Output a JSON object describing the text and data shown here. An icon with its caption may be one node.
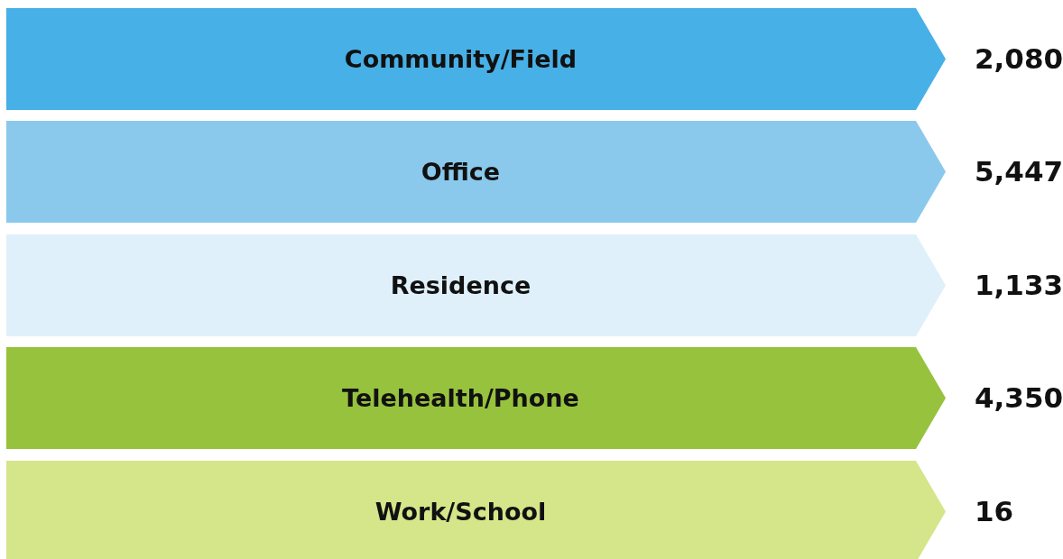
{
  "diagram": {
    "nodes": [
      {
        "text": [
          "Community/Field"
        ],
        "beside": [
          "2,080"
        ]
      },
      {
        "text": [
          "Office"
        ],
        "beside": [
          "5,447"
        ]
      },
      {
        "text": [
          "Residence"
        ],
        "beside": [
          "1,133"
        ]
      },
      {
        "text": [
          "Telehealth/Phone"
        ],
        "beside": [
          "4,350"
        ]
      },
      {
        "text": [
          "Work/School"
        ],
        "beside": [
          "16"
        ]
      }
    ]
  }
}
